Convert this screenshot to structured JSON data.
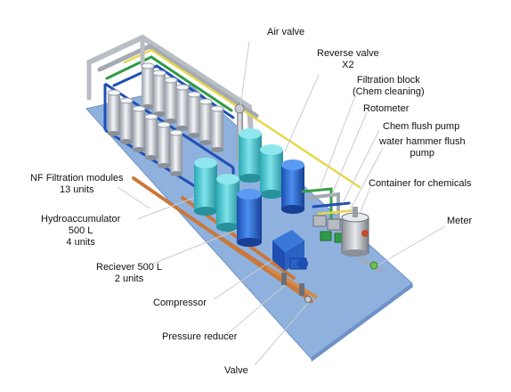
{
  "labels": {
    "air_valve": "Air valve",
    "reverse_valve": [
      "Reverse valve",
      "X2"
    ],
    "filtration_block": [
      "Filtration block",
      "(Chem cleaning)"
    ],
    "rotometer": "Rotometer",
    "chem_flush_pump": "Chem flush pump",
    "water_hammer": [
      "water hammer flush",
      "pump"
    ],
    "container": "Container for chemicals",
    "meter": "Meter",
    "nf_modules": [
      "NF Filtration modules",
      "13 units"
    ],
    "hydroaccumulator": [
      "Hydroaccumulator",
      "500 L",
      "4 units"
    ],
    "receiver": [
      "Reciever 500 L",
      "2 units"
    ],
    "compressor": "Compressor",
    "pressure_reducer": "Pressure reducer",
    "valve": "Valve"
  },
  "colors": {
    "platform": "#8fb1de",
    "platform_edge": "#6f93c7",
    "cyan_tank": "#4cc9d2",
    "blue_tank": "#2a6fd6",
    "module": "#d9dde3",
    "pipe_orange": "#d58b4a",
    "pipe_yellow": "#e6d84a",
    "pipe_green": "#3aa04a",
    "frame_blue": "#1f4fb3"
  }
}
